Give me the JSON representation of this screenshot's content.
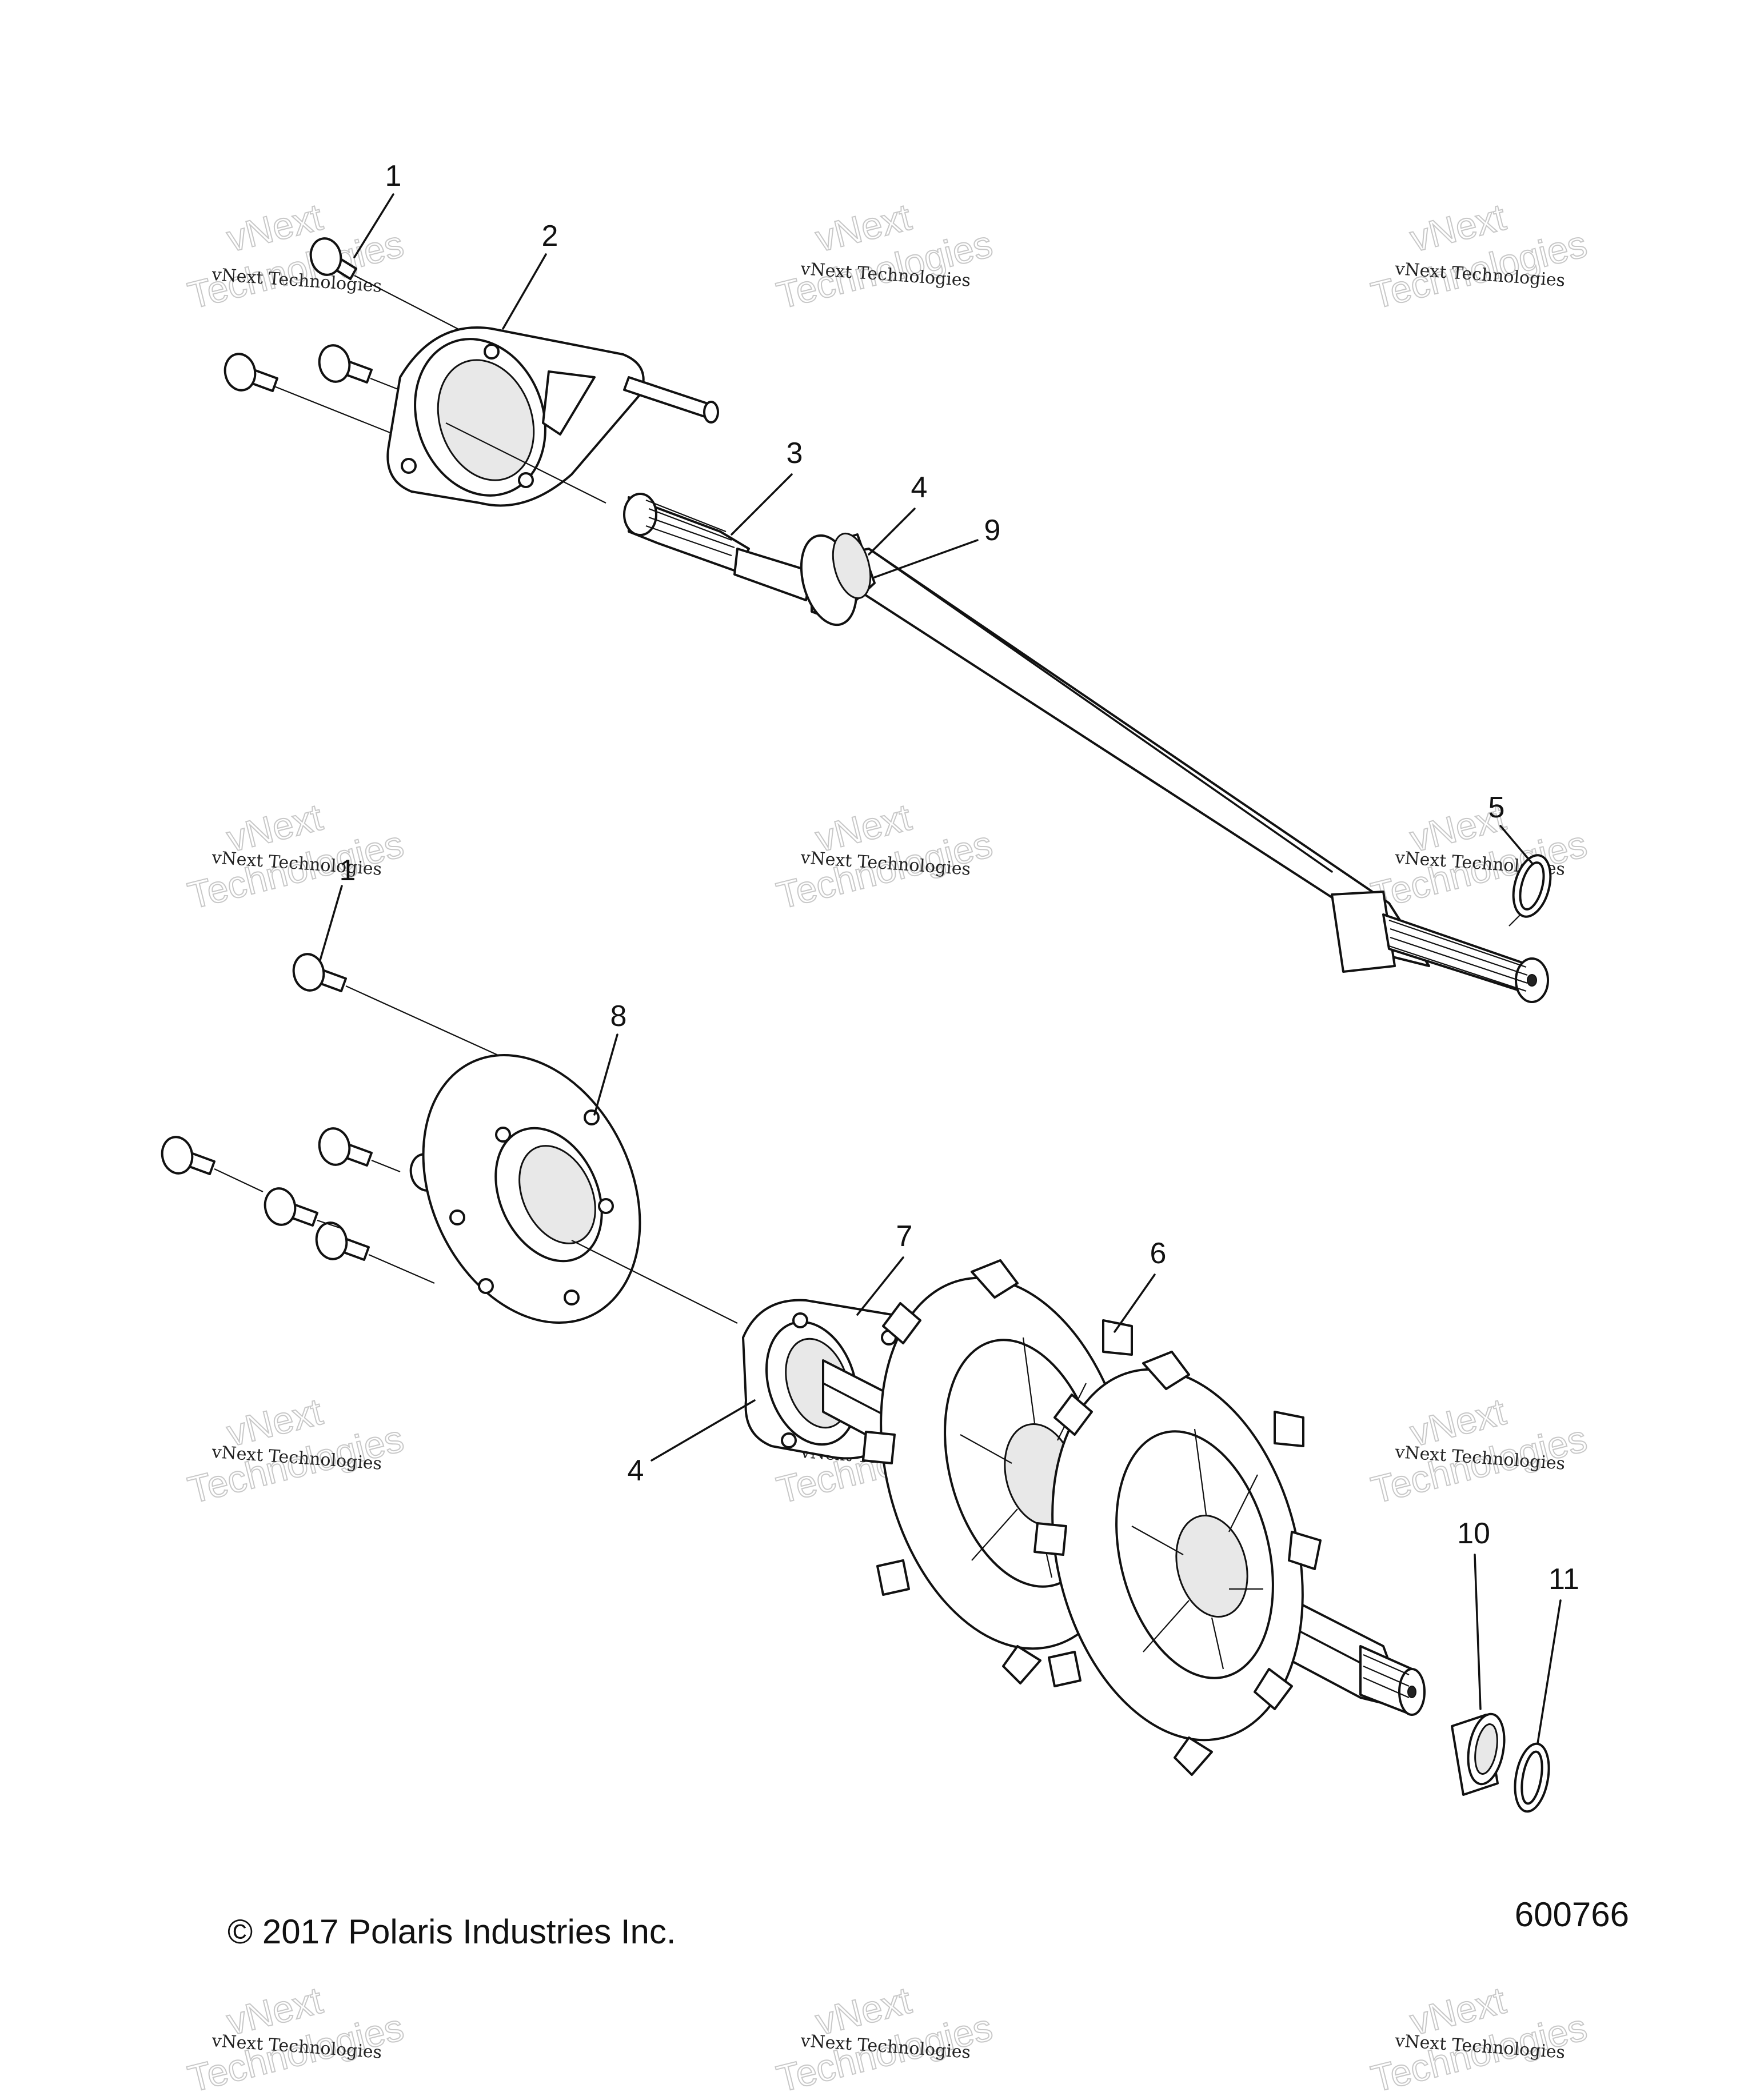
{
  "callouts": {
    "c1a": "1",
    "c2": "2",
    "c3": "3",
    "c4a": "4",
    "c9": "9",
    "c5": "5",
    "c1b": "1",
    "c8": "8",
    "c7": "7",
    "c6": "6",
    "c4b": "4",
    "c10": "10",
    "c11": "11"
  },
  "watermark": {
    "line1": "vNext Technologies",
    "line2": "vNext",
    "line3": "Technologies"
  },
  "footer": {
    "copyright": "© 2017 Polaris Industries Inc.",
    "figure_number": "600766"
  }
}
